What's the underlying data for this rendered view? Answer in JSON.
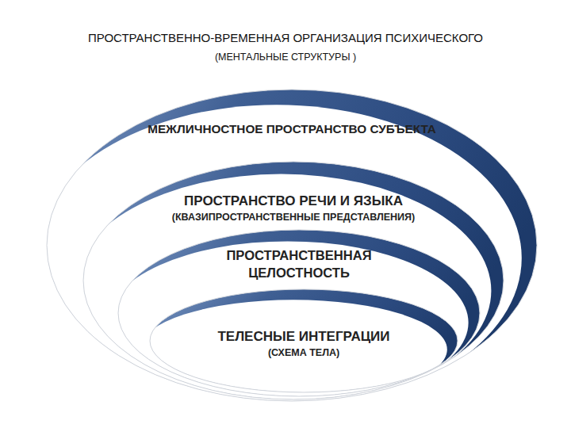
{
  "diagram": {
    "title": "ПРОСТРАНСТВЕННО-ВРЕМЕННАЯ ОРГАНИЗАЦИЯ ПСИХИЧЕСКОГО",
    "nodes": [
      {
        "text": [
          "МЕЖЛИЧНОСТНОЕ ПРОСТРАНСТВО СУБЪЕКТА"
        ]
      },
      {
        "text": [
          "ПРОСТРАНСТВО РЕЧИ И ЯЗЫКА",
          "(КВАЗИПРОСТРАНСТВЕННЫЕ ПРЕДСТАВЛЕНИЯ)"
        ],
        "in": 0
      },
      {
        "text": [
          "ПРОСТРАНСТВЕННАЯ ЦЕЛОСТНОСТЬ"
        ],
        "in": 1
      },
      {
        "text": [
          "ТЕЛЕСНЫЕ ИНТЕГРАЦИИ",
          "(СХЕМА ТЕЛА)"
        ],
        "in": 2
      }
    ],
    "labels": [
      "(МЕНТАЛЬНЫЕ СТРУКТУРЫ )"
    ]
  }
}
